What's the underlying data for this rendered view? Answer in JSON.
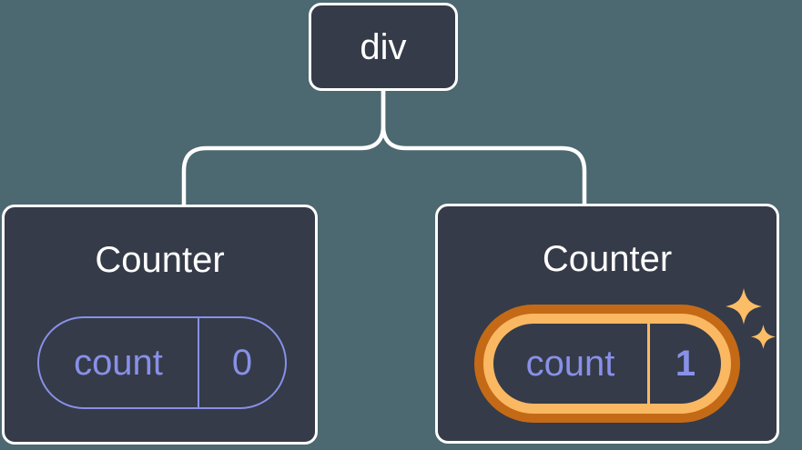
{
  "diagram": {
    "root": {
      "label": "div"
    },
    "children": [
      {
        "title": "Counter",
        "state": {
          "name": "count",
          "value": "0"
        },
        "highlighted": false
      },
      {
        "title": "Counter",
        "state": {
          "name": "count",
          "value": "1"
        },
        "highlighted": true
      }
    ]
  },
  "colors": {
    "background": "#4c6870",
    "card_fill": "#353b48",
    "card_border": "#ffffff",
    "connector": "#ffffff",
    "state_purple": "#8890e8",
    "highlight_orange_dark": "#c46a16",
    "highlight_orange_light": "#fbb863",
    "sparkle_orange": "#fbbd66",
    "title_text": "#ffffff"
  }
}
